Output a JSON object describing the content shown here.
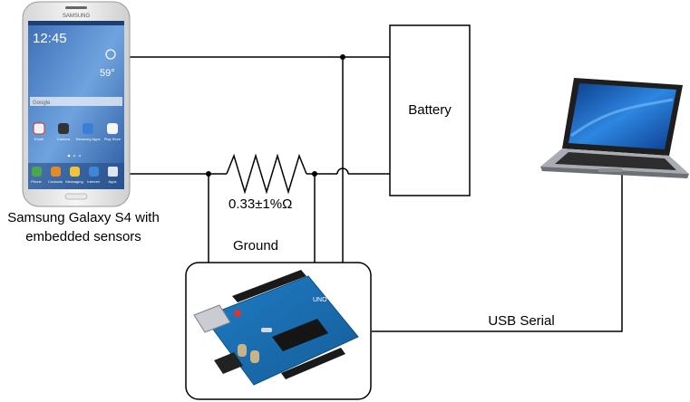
{
  "labels": {
    "battery": "Battery",
    "resistor": "0.33±1%Ω",
    "phone_line1": "Samsung Galaxy S4 with",
    "phone_line2": "embedded sensors",
    "ground": "Ground",
    "usb": "USB Serial"
  },
  "phone_screen": {
    "brand": "SAMSUNG",
    "time": "12:45",
    "temperature": "59°",
    "search": "Google",
    "apps_row1": [
      "Email",
      "Camera",
      "Samsung Apps",
      "Play Store"
    ],
    "dock": [
      "Phone",
      "Contacts",
      "Messaging",
      "Internet",
      "Apps"
    ]
  },
  "board": {
    "logo": "UNO"
  },
  "colors": {
    "line": "#000000",
    "board_blue": "#1a6fb4",
    "laptop_screen": "#1f6fc8",
    "phone_screen": "#5a8fd0"
  }
}
